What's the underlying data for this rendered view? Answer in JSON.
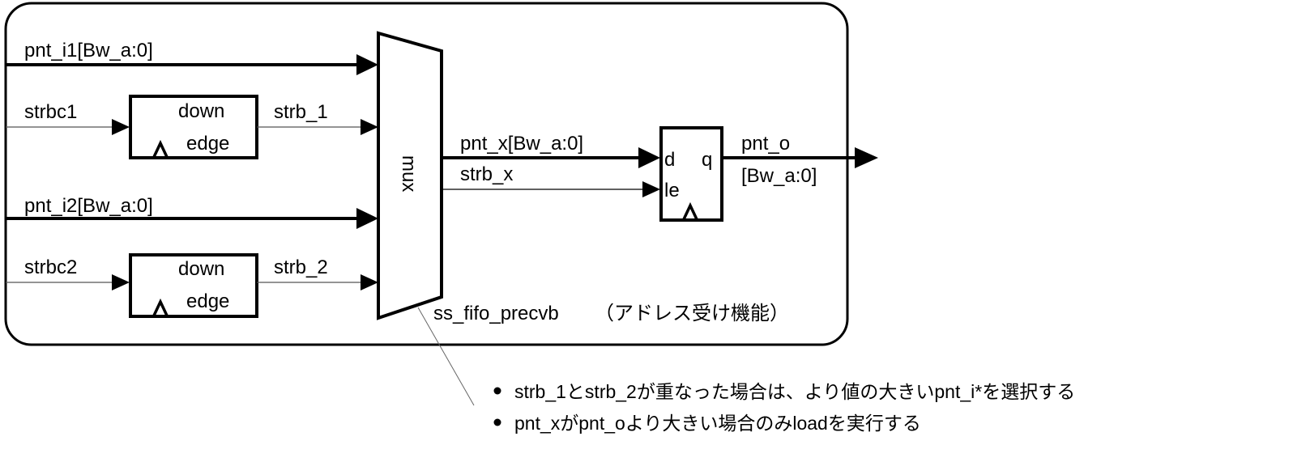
{
  "module": {
    "name": "ss_fifo_precvb",
    "description": "（アドレス受け機能）"
  },
  "inputs": {
    "pnt_i1": "pnt_i1[Bw_a:0]",
    "strbc1": "strbc1",
    "pnt_i2": "pnt_i2[Bw_a:0]",
    "strbc2": "strbc2"
  },
  "edge_blocks": [
    {
      "line1": "down",
      "line2": "edge",
      "output": "strb_1"
    },
    {
      "line1": "down",
      "line2": "edge",
      "output": "strb_2"
    }
  ],
  "mux": {
    "label": "mux"
  },
  "mux_outputs": {
    "data": "pnt_x[Bw_a:0]",
    "strobe": "strb_x"
  },
  "register": {
    "d": "d",
    "q": "q",
    "le": "le"
  },
  "output": {
    "name": "pnt_o",
    "width": "[Bw_a:0]"
  },
  "notes": [
    "strb_1とstrb_2が重なった場合は、より値の大きいpnt_i*を選択する",
    "pnt_xがpnt_oより大きい場合のみloadを実行する"
  ]
}
